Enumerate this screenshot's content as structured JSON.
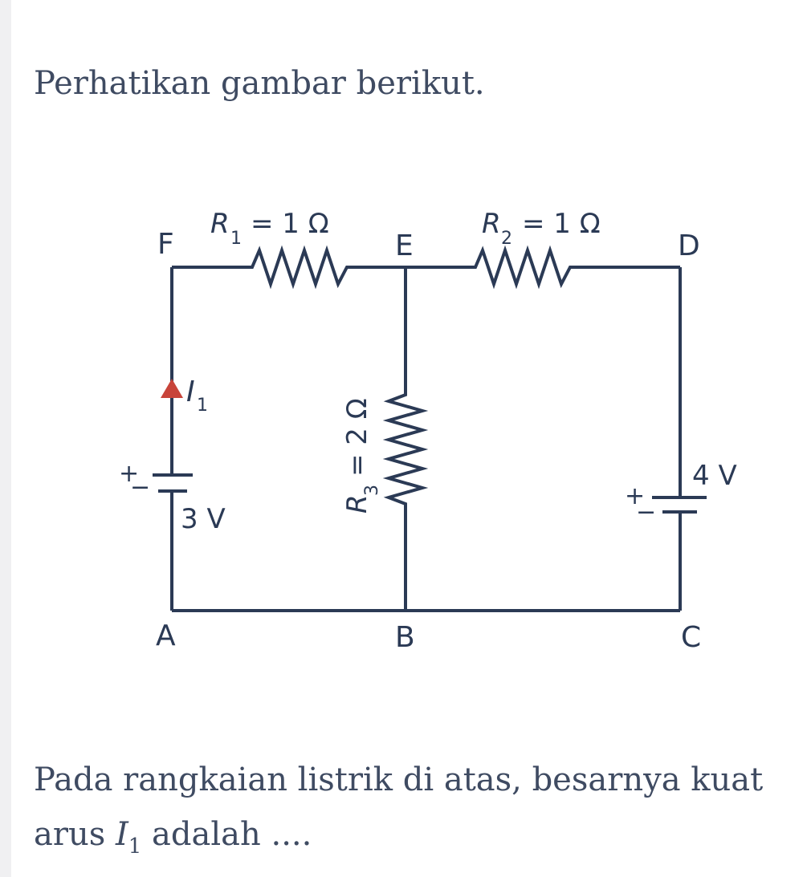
{
  "page": {
    "intro_text": "Perhatikan gambar berikut.",
    "question": {
      "part1": "Pada rangkaian listrik di atas, besarnya kuat",
      "part2_prefix": "arus ",
      "var_symbol": "I",
      "var_subscript": "1",
      "part2_suffix": " adalah ...."
    }
  },
  "circuit": {
    "nodes": {
      "A": "A",
      "B": "B",
      "C": "C",
      "D": "D",
      "E": "E",
      "F": "F"
    },
    "resistors": {
      "r1": {
        "symbol": "R",
        "sub": "1",
        "value": "= 1 Ω"
      },
      "r2": {
        "symbol": "R",
        "sub": "2",
        "value": "= 1 Ω"
      },
      "r3": {
        "symbol": "R",
        "sub": "3",
        "value": "= 2 Ω"
      }
    },
    "batteries": {
      "left": {
        "emf": "3 V",
        "plus": "+",
        "minus": "−"
      },
      "right": {
        "emf": "4 V",
        "plus": "+",
        "minus": "−"
      }
    },
    "current": {
      "symbol": "I",
      "sub": "1"
    },
    "colors": {
      "wire": "#2b3a55",
      "arrow": "#c8443a",
      "text": "#3f4b62"
    }
  }
}
